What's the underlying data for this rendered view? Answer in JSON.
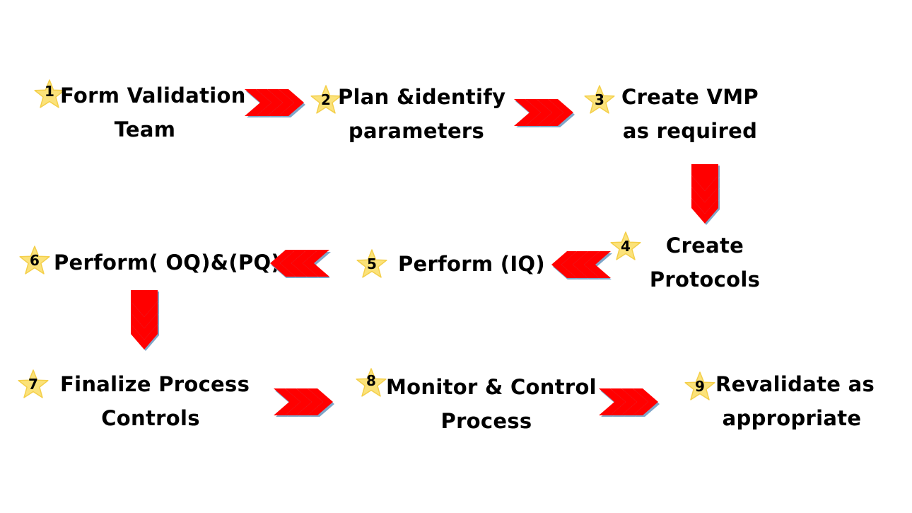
{
  "colors": {
    "arrow": "#ff0000",
    "arrow_shadow": "#7fa6c9",
    "star": "#fbe27a",
    "star_edge": "#f4cf4a",
    "text": "#000000"
  },
  "steps": [
    {
      "number": "1",
      "line1": "Form Validation",
      "line2": "Team"
    },
    {
      "number": "2",
      "line1": "Plan &identify",
      "line2": "parameters"
    },
    {
      "number": "3",
      "line1": "Create VMP",
      "line2": "as required"
    },
    {
      "number": "4",
      "line1": "Create",
      "line2": "Protocols"
    },
    {
      "number": "5",
      "line1": "Perform (IQ)",
      "line2": ""
    },
    {
      "number": "6",
      "line1": "Perform( OQ)&(PQ)",
      "line2": ""
    },
    {
      "number": "7",
      "line1": "Finalize Process",
      "line2": "Controls"
    },
    {
      "number": "8",
      "line1": "Monitor & Control",
      "line2": "Process"
    },
    {
      "number": "9",
      "line1": "Revalidate as",
      "line2": "appropriate"
    }
  ],
  "arrows": [
    {
      "from": "1",
      "to": "2",
      "direction": "right"
    },
    {
      "from": "2",
      "to": "3",
      "direction": "right"
    },
    {
      "from": "3",
      "to": "4",
      "direction": "down"
    },
    {
      "from": "4",
      "to": "5",
      "direction": "left"
    },
    {
      "from": "5",
      "to": "6",
      "direction": "left"
    },
    {
      "from": "6",
      "to": "7",
      "direction": "down"
    },
    {
      "from": "7",
      "to": "8",
      "direction": "right"
    },
    {
      "from": "8",
      "to": "9",
      "direction": "right"
    }
  ]
}
